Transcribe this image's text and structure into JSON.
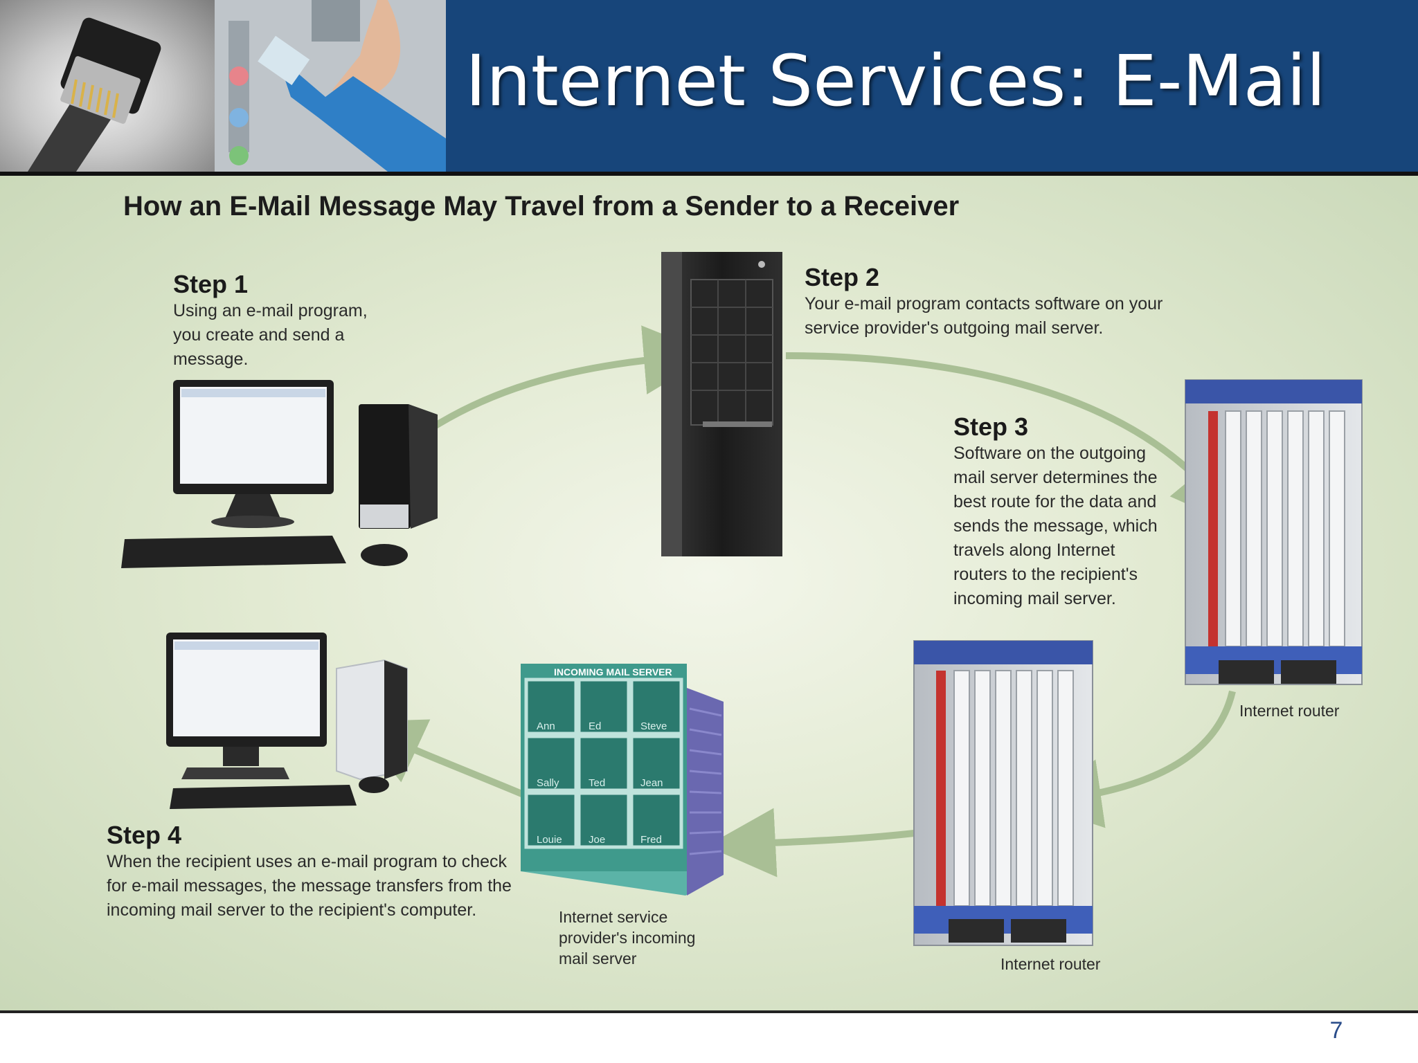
{
  "slide": {
    "title": "Internet Services: E-Mail",
    "page_number": "7"
  },
  "diagram": {
    "title": "How an E-Mail Message May Travel from a Sender to a Receiver",
    "steps": [
      {
        "label": "Step 1",
        "text": "Using an e-mail program, you create and send a message."
      },
      {
        "label": "Step 2",
        "text": "Your e-mail program contacts software on your service provider's outgoing mail server."
      },
      {
        "label": "Step 3",
        "text": "Software on the outgoing mail server determines the best route for the data and sends the message, which travels along Internet routers to the recipient's incoming mail server."
      },
      {
        "label": "Step 4",
        "text": "When the recipient uses an e-mail program to check for e-mail messages, the message transfers from the incoming mail server to the recipient's computer."
      }
    ],
    "captions": {
      "router_right": "Internet router",
      "router_bottom": "Internet router",
      "isp_server": "Internet service provider's incoming mail server"
    },
    "mailbox": {
      "header": "INCOMING MAIL SERVER",
      "names": [
        "Ann",
        "Ed",
        "Steve",
        "Sally",
        "Ted",
        "Jean",
        "Louie",
        "Joe",
        "Fred"
      ]
    }
  },
  "colors": {
    "title_band": "#17457a",
    "arrow": "#a9bf95",
    "mailbox": "#3f9a8c"
  }
}
